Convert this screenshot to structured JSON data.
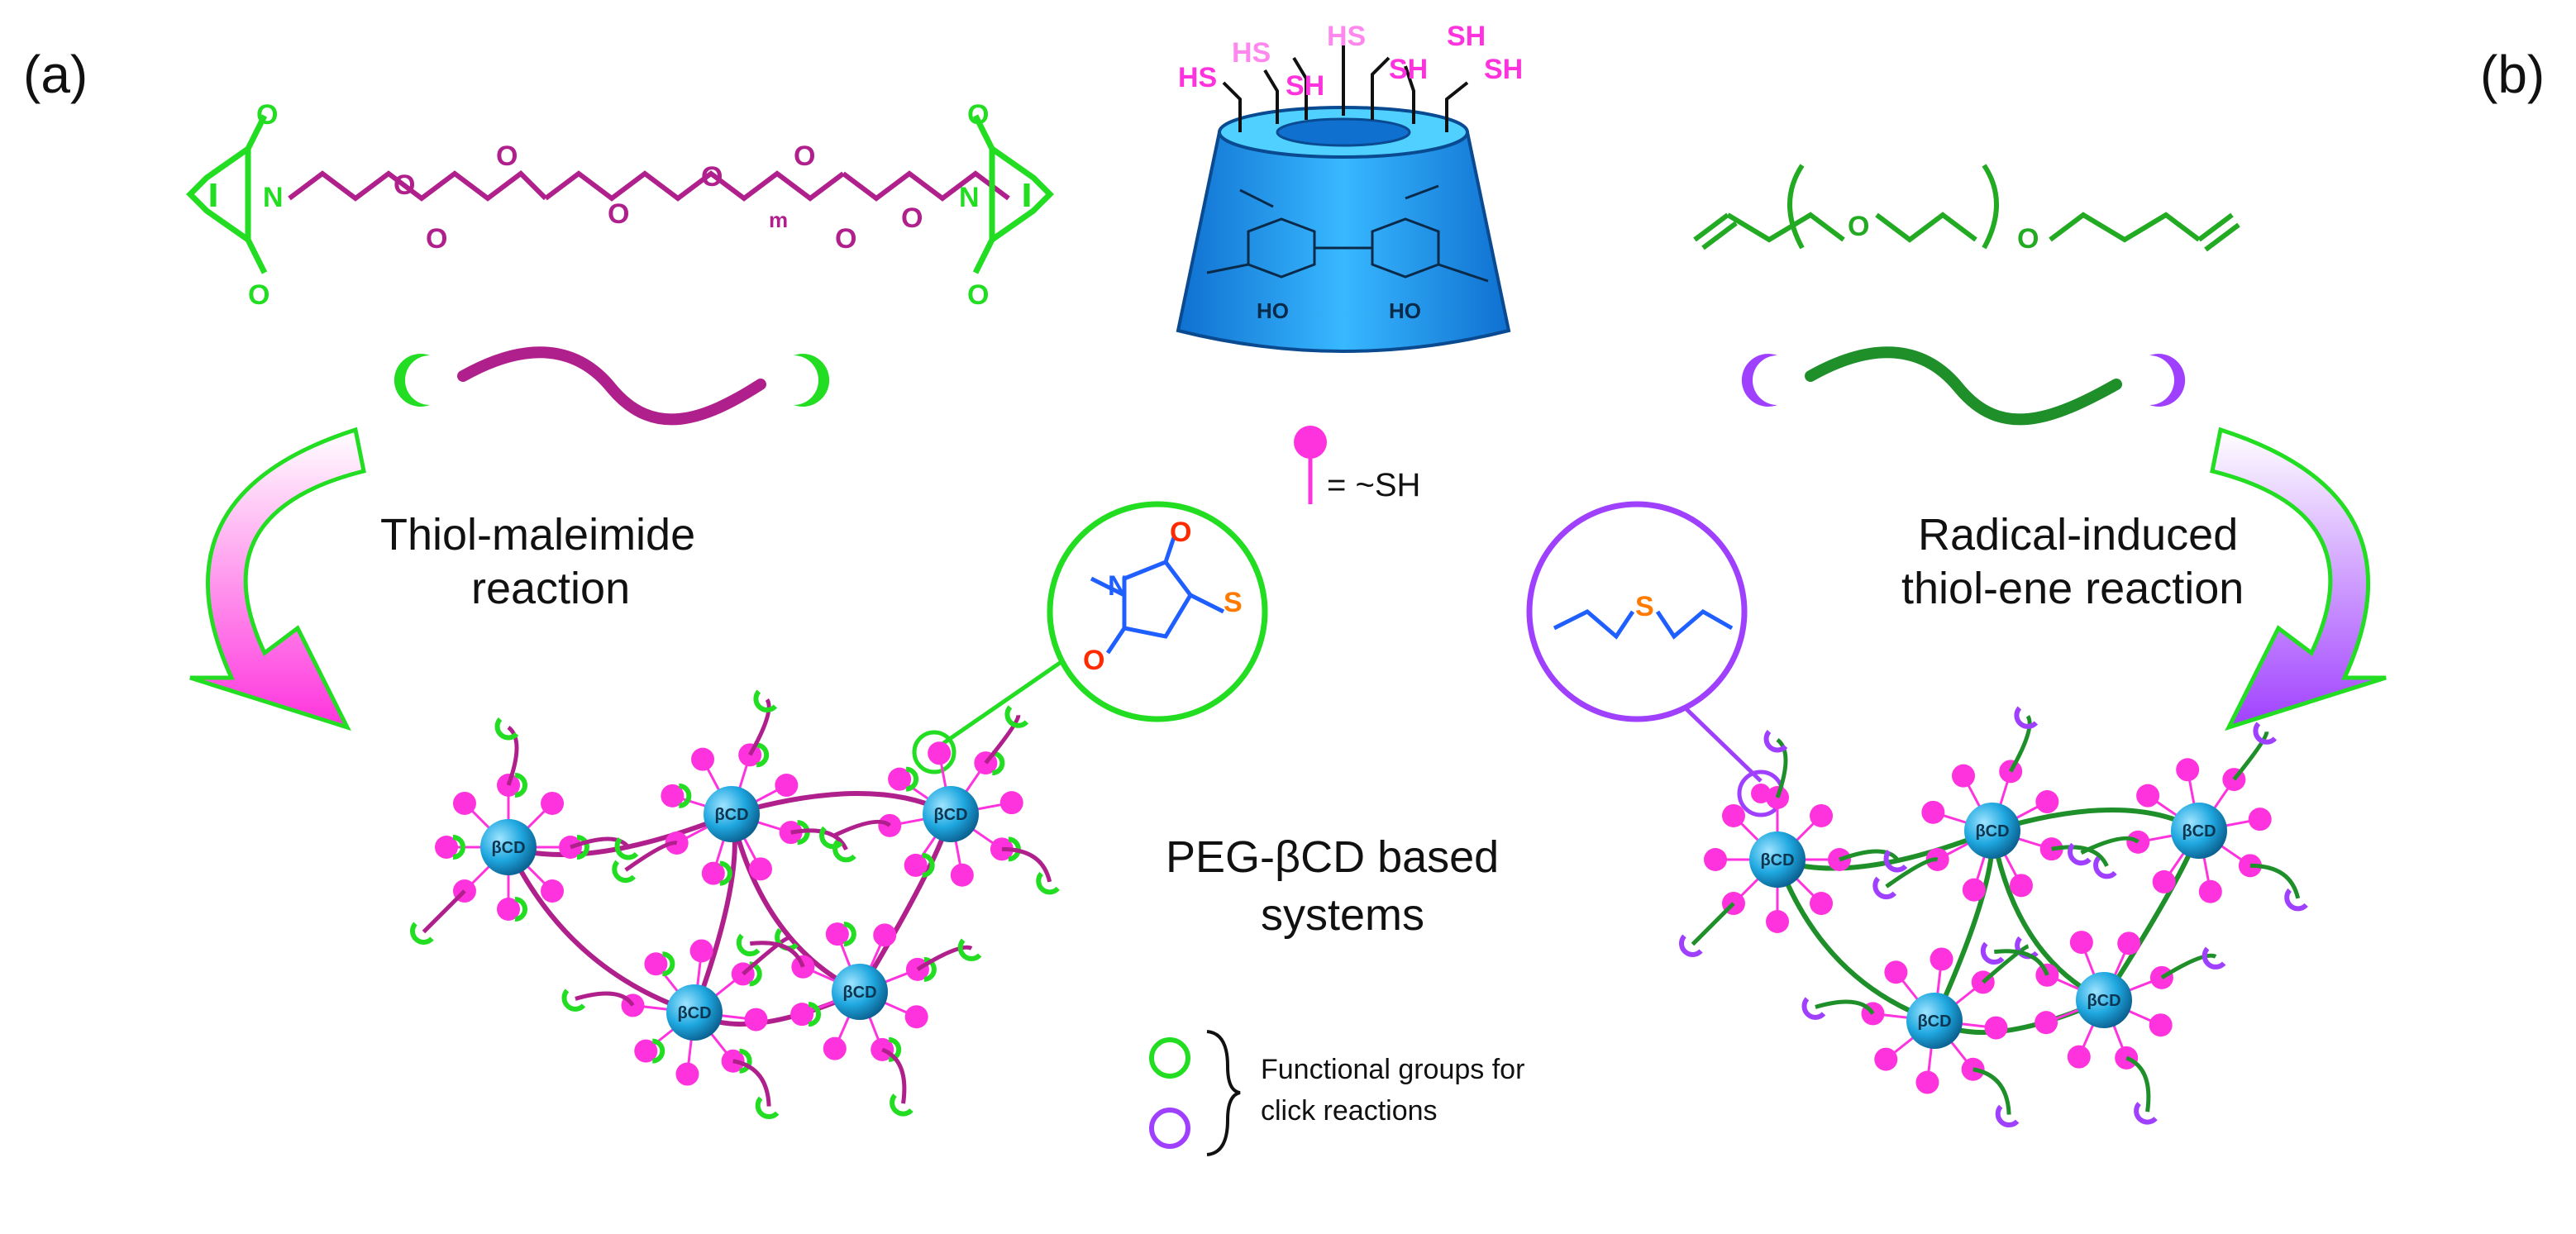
{
  "panel_labels": {
    "a": "(a)",
    "b": "(b)"
  },
  "captions": {
    "left_reaction_line1": "Thiol-maleimide",
    "left_reaction_line2": "reaction",
    "right_reaction_line1": "Radical-induced",
    "right_reaction_line2": "thiol-ene reaction",
    "center_line1": "PEG-βCD based",
    "center_line2": "systems"
  },
  "thiol_legend": "= ~SH",
  "node_label": "βCD",
  "functional_group_legend": {
    "line1": "Functional groups for",
    "line2": "click reactions"
  },
  "cyclodextrin_thiols": [
    "HS",
    "HS",
    "SH",
    "HS",
    "SH",
    "SH",
    "SH"
  ],
  "atoms": {
    "O": "O",
    "N": "N",
    "S": "S",
    "m": "m",
    "HO": "HO"
  },
  "colors": {
    "pink": "#ff33dd",
    "magenta": "#b0208c",
    "green": "#22dd22",
    "dark_green": "#1f8f2a",
    "purple": "#a040ff",
    "node_blue": "#1fa8e0",
    "orange": "#ff7a00",
    "red": "#ff2a00",
    "blue": "#1f5fff"
  }
}
